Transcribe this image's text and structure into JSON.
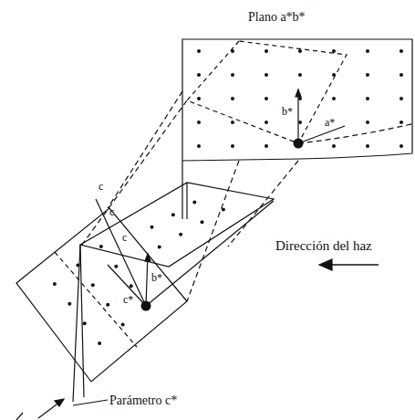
{
  "diagram": {
    "labels": [
      "Plano a*b*",
      "b*",
      "a*",
      "c",
      "c",
      "c",
      "b*",
      "c*",
      "Dirección del haz",
      "Parámetro c*"
    ]
  }
}
